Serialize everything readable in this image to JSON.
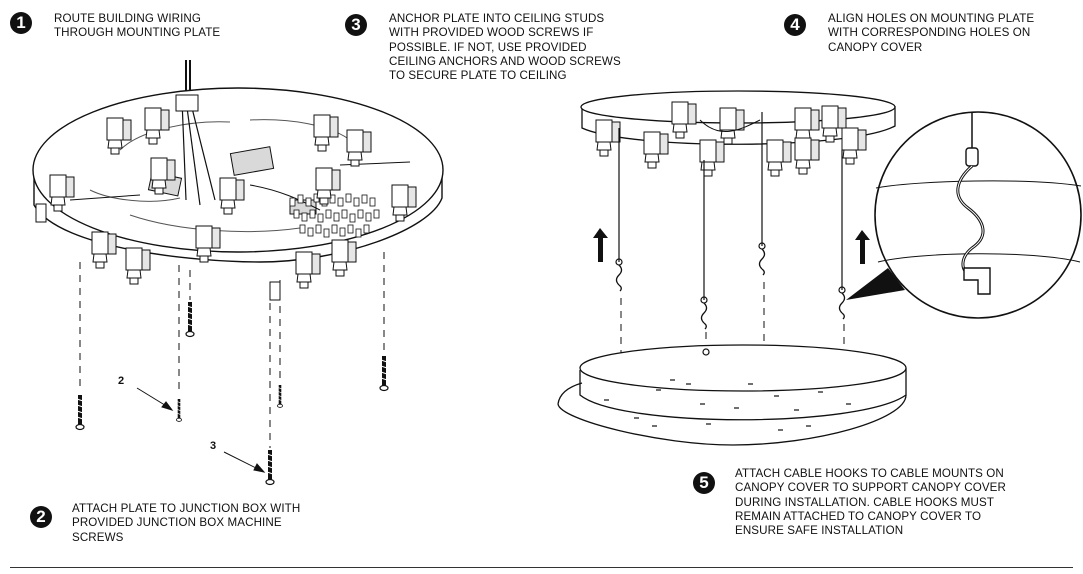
{
  "steps": [
    {
      "number": "1",
      "text": "ROUTE BUILDING WIRING\nTHROUGH MOUNTING PLATE"
    },
    {
      "number": "2",
      "text": "ATTACH PLATE TO JUNCTION BOX WITH\nPROVIDED JUNCTION BOX MACHINE\nSCREWS"
    },
    {
      "number": "3",
      "text": "ANCHOR PLATE INTO CEILING STUDS\nWITH PROVIDED WOOD SCREWS IF\nPOSSIBLE. IF NOT, USE PROVIDED\nCEILING ANCHORS AND WOOD SCREWS\nTO SECURE PLATE TO CEILING"
    },
    {
      "number": "4",
      "text": "ALIGN HOLES ON MOUNTING PLATE\nWITH CORRESPONDING HOLES ON\nCANOPY COVER"
    },
    {
      "number": "5",
      "text": "ATTACH CABLE HOOKS TO CABLE MOUNTS ON\nCANOPY COVER TO SUPPORT CANOPY COVER\nDURING INSTALLATION.  CABLE HOOKS MUST\nREMAIN ATTACHED TO CANOPY COVER TO\nENSURE SAFE INSTALLATION"
    }
  ],
  "callouts": [
    {
      "label": "2"
    },
    {
      "label": "3"
    }
  ],
  "colors": {
    "line": "#1a1a1a",
    "fill": "#ffffff",
    "shade": "#d9d9d9"
  }
}
